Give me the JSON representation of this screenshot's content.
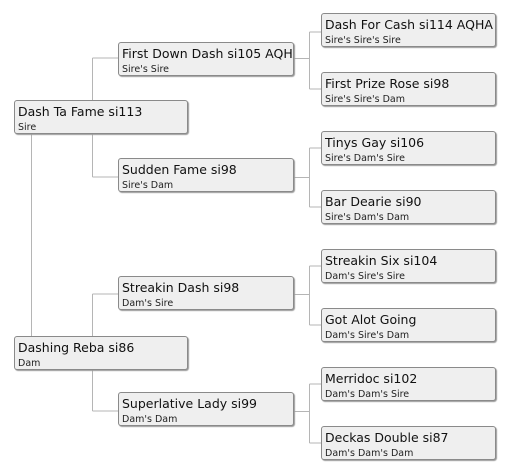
{
  "pedigree": {
    "sire": {
      "name": "Dash Ta Fame si113",
      "relation": "Sire"
    },
    "dam": {
      "name": "Dashing Reba si86",
      "relation": "Dam"
    },
    "sires_sire": {
      "name": "First Down Dash si105 AQHA",
      "relation": "Sire's Sire"
    },
    "sires_dam": {
      "name": "Sudden Fame si98",
      "relation": "Sire's Dam"
    },
    "dams_sire": {
      "name": "Streakin Dash si98",
      "relation": "Dam's Sire"
    },
    "dams_dam": {
      "name": "Superlative Lady si99",
      "relation": "Dam's Dam"
    },
    "sires_sires_sire": {
      "name": "Dash For Cash si114 AQHA",
      "relation": "Sire's Sire's Sire"
    },
    "sires_sires_dam": {
      "name": "First Prize Rose si98",
      "relation": "Sire's Sire's Dam"
    },
    "sires_dams_sire": {
      "name": "Tinys Gay si106",
      "relation": "Sire's Dam's Sire"
    },
    "sires_dams_dam": {
      "name": "Bar Dearie si90",
      "relation": "Sire's Dam's Dam"
    },
    "dams_sires_sire": {
      "name": "Streakin Six si104",
      "relation": "Dam's Sire's Sire"
    },
    "dams_sires_dam": {
      "name": "Got Alot Going",
      "relation": "Dam's Sire's Dam"
    },
    "dams_dams_sire": {
      "name": "Merridoc si102",
      "relation": "Dam's Dam's Sire"
    },
    "dams_dams_dam": {
      "name": "Deckas Double si87",
      "relation": "Dam's Dam's Dam"
    }
  }
}
